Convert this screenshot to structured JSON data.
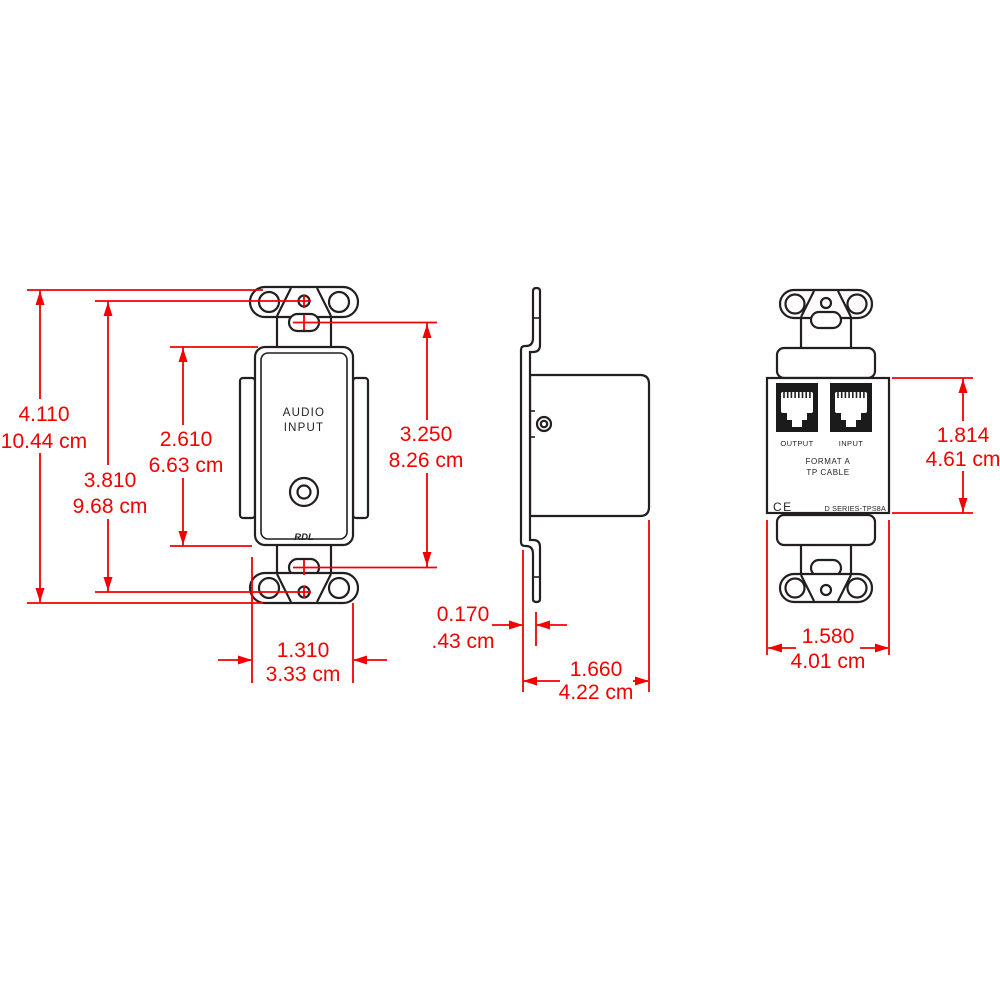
{
  "views": {
    "front": {
      "plate_label_line1": "AUDIO",
      "plate_label_line2": "INPUT",
      "brand": "RDL"
    },
    "rear": {
      "jack_left_label": "OUTPUT",
      "jack_right_label": "INPUT",
      "format_line1": "FORMAT A",
      "format_line2": "TP CABLE",
      "ce_mark": "CE",
      "model": "D SERIES-TPS8A"
    }
  },
  "dimensions": {
    "overall_height": {
      "inches": "4.110",
      "metric": "10.44 cm"
    },
    "mount_hole_spacing": {
      "inches": "3.810",
      "metric": "9.68 cm"
    },
    "plate_opening_height": {
      "inches": "2.610",
      "metric": "6.63 cm"
    },
    "slot_spacing": {
      "inches": "3.250",
      "metric": "8.26 cm"
    },
    "plate_opening_width": {
      "inches": "1.310",
      "metric": "3.33 cm"
    },
    "plate_thickness": {
      "inches": "0.170",
      "metric": ".43 cm"
    },
    "depth": {
      "inches": "1.660",
      "metric": "4.22 cm"
    },
    "body_height": {
      "inches": "1.814",
      "metric": "4.61 cm"
    },
    "body_width": {
      "inches": "1.580",
      "metric": "4.01 cm"
    }
  },
  "colors": {
    "dimension_red": "#f40000",
    "line_black": "#231f20",
    "background": "#ffffff"
  }
}
